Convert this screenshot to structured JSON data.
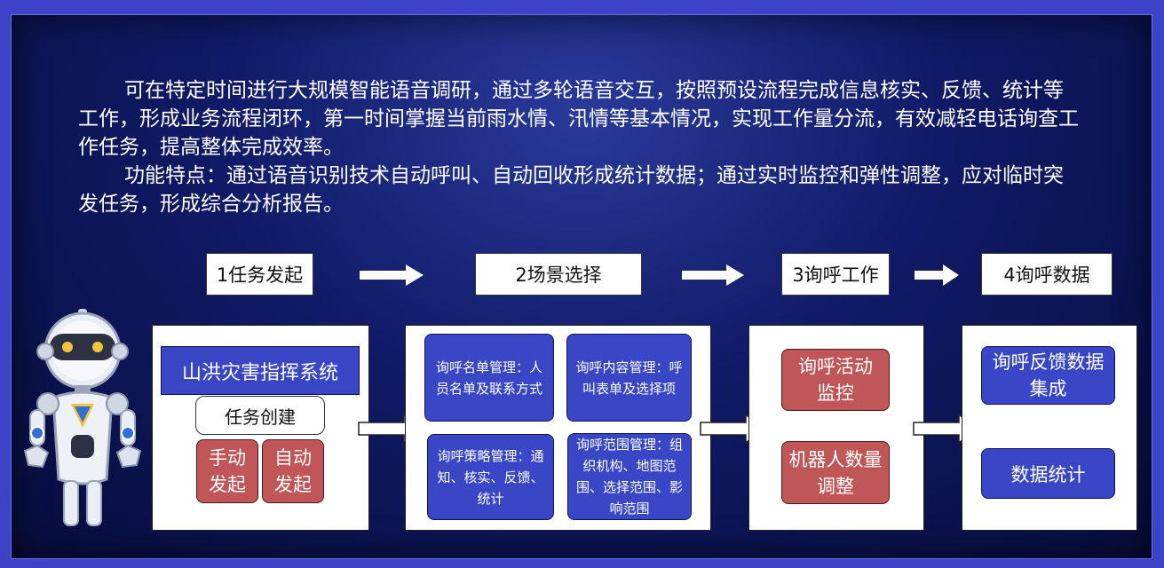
{
  "intro": {
    "paragraph1": "可在特定时间进行大规模智能语音调研，通过多轮语音交互，按照预设流程完成信息核实、反馈、统计等工作，形成业务流程闭环，第一时间掌握当前雨水情、汛情等基本情况，实现工作量分流，有效减轻电话询查工作任务，提高整体完成效率。",
    "paragraph2": "功能特点：通过语音识别技术自动呼叫、自动回收形成统计数据；通过实时监控和弹性调整，应对临时突发任务，形成综合分析报告。"
  },
  "steps": [
    "1任务发起",
    "2场景选择",
    "3询呼工作",
    "4询呼数据"
  ],
  "stage1": {
    "system": "山洪灾害指挥系统",
    "create": "任务创建",
    "manual": "手动发起",
    "auto": "自动发起"
  },
  "stage2": {
    "list_mgmt": "询呼名单管理：人员名单及联系方式",
    "content_mgmt": "询呼内容管理：呼叫表单及选择项",
    "strategy_mgmt": "询呼策略管理：通知、核实、反馈、统计",
    "scope_mgmt": "询呼范围管理：组织机构、地图范围、选择范围、影响范围"
  },
  "stage3": {
    "monitor": "询呼活动监控",
    "robots": "机器人数量调整"
  },
  "stage4": {
    "integration": "询呼反馈数据集成",
    "stats": "数据统计"
  },
  "colors": {
    "accent_blue": "#3947c6",
    "accent_red": "#c05657",
    "frame": "#3d43c6",
    "background": "#070d3c"
  }
}
